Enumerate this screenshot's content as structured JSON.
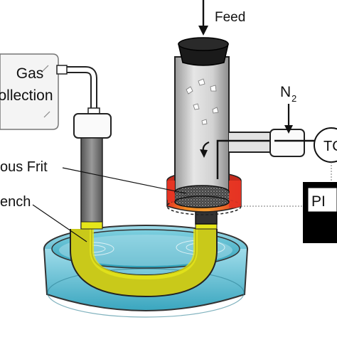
{
  "labels": {
    "feed": "Feed",
    "gas_collection_line1": "Gas",
    "gas_collection_line2": "ollection",
    "nitrogen_main": "N",
    "nitrogen_subscript": "2",
    "porous_frit": "ous Frit",
    "quench": "ench",
    "tc": "TC",
    "pid": "PI"
  },
  "colors": {
    "outline": "#111111",
    "tube_fill": "#d9d9d9",
    "dark_tube": "#7d7d7d",
    "cap": "#1a1a1a",
    "water": "#4fb8cf",
    "water_light": "#bfe6ee",
    "oil_yellow": "#e6e61a",
    "heater_red": "#e63323",
    "heater_orange": "#f08a24",
    "controller": "#000000",
    "frit": "#555555"
  },
  "icons": {
    "feed_arrow": "down-arrow-icon",
    "rotation_arrow": "curved-arrow-icon",
    "nitrogen_arrow": "down-arrow-icon"
  }
}
